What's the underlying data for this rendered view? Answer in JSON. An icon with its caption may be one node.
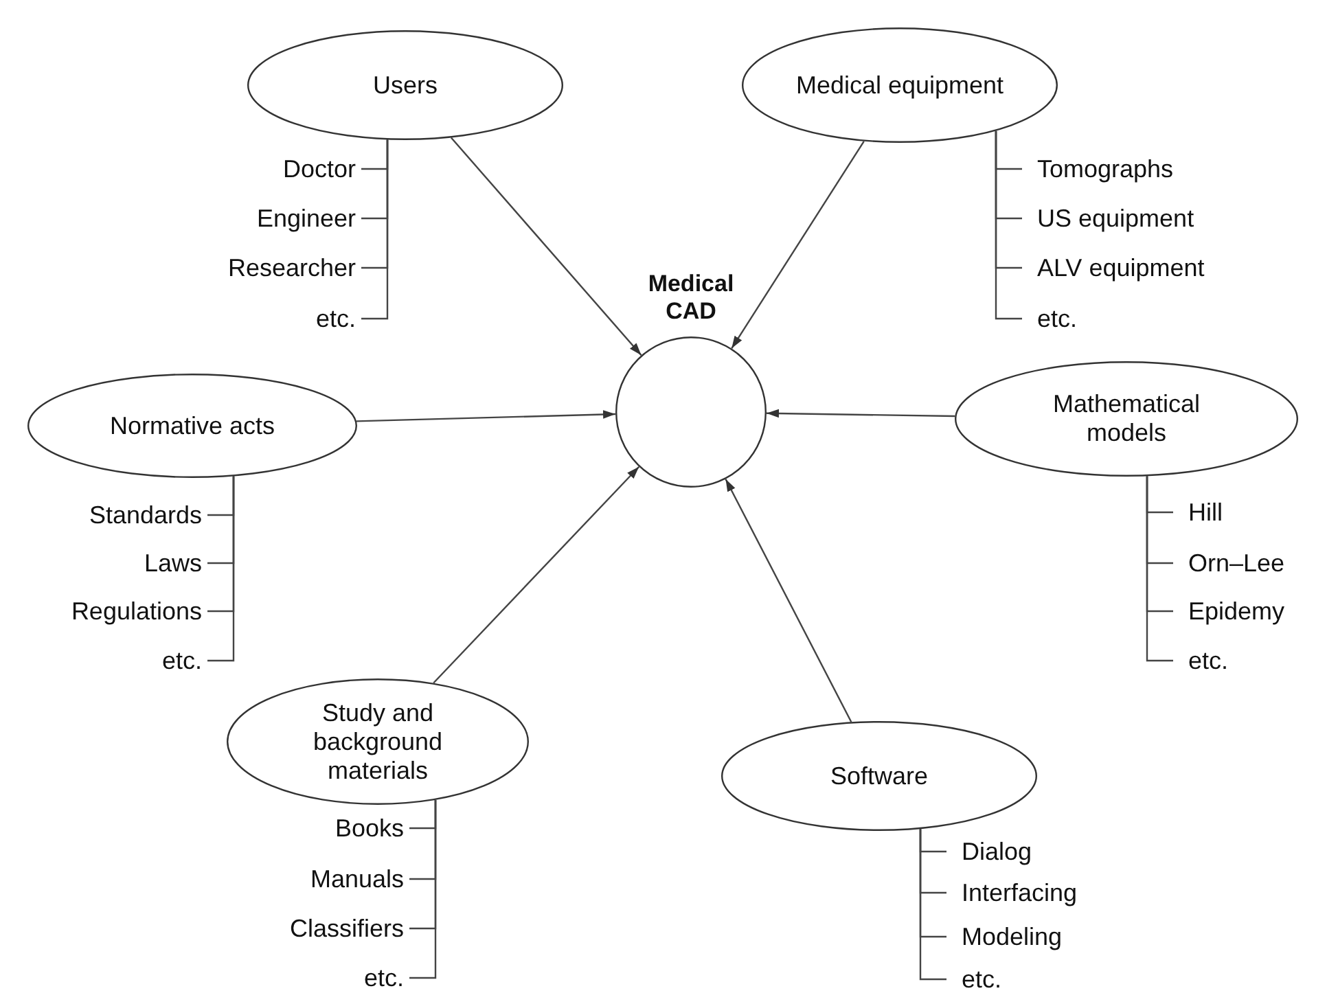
{
  "diagram": {
    "nodes": [
      {
        "text": [
          "Users"
        ]
      },
      {
        "text": [
          "Doctor"
        ]
      },
      {
        "text": [
          "Engineer"
        ]
      },
      {
        "text": [
          "Researcher"
        ]
      },
      {
        "text": [
          "etc."
        ]
      },
      {
        "text": [
          "Medical equipment"
        ]
      },
      {
        "text": [
          "Tomographs"
        ]
      },
      {
        "text": [
          "US equipment"
        ]
      },
      {
        "text": [
          "ALV equipment"
        ]
      },
      {
        "text": [
          "etc."
        ]
      },
      {
        "text": [],
        "shape": "circle",
        "beside": [
          "Medical CAD"
        ]
      },
      {
        "text": [
          "Normative acts"
        ]
      },
      {
        "text": [
          "Standards"
        ]
      },
      {
        "text": [
          "Laws"
        ]
      },
      {
        "text": [
          "Regulations"
        ]
      },
      {
        "text": [
          "etc."
        ]
      },
      {
        "text": [
          "Mathematical models"
        ]
      },
      {
        "text": [
          "Hill"
        ]
      },
      {
        "text": [
          "Orn–Lee"
        ]
      },
      {
        "text": [
          "Epidemy"
        ]
      },
      {
        "text": [
          "etc."
        ]
      },
      {
        "text": [
          "Study and background materials"
        ]
      },
      {
        "text": [
          "Books"
        ]
      },
      {
        "text": [
          "Manuals"
        ]
      },
      {
        "text": [
          "Classifiers"
        ]
      },
      {
        "text": [
          "etc."
        ]
      },
      {
        "text": [
          "Software"
        ]
      },
      {
        "text": [
          "Dialog"
        ]
      },
      {
        "text": [
          "Interfacing"
        ]
      },
      {
        "text": [
          "Modeling"
        ]
      },
      {
        "text": [
          "etc."
        ]
      }
    ],
    "edges": [
      {
        "from": 0,
        "to": 10,
        "arrow": "to"
      },
      {
        "from": 5,
        "to": 10,
        "arrow": "to"
      },
      {
        "from": 11,
        "to": 10,
        "arrow": "to"
      },
      {
        "from": 16,
        "to": 10,
        "arrow": "to"
      },
      {
        "from": 21,
        "to": 10,
        "arrow": "to"
      },
      {
        "from": 26,
        "to": 10,
        "arrow": "to"
      },
      {
        "from": 0,
        "to": 1,
        "arrow": "none"
      },
      {
        "from": 0,
        "to": 2,
        "arrow": "none"
      },
      {
        "from": 0,
        "to": 3,
        "arrow": "none"
      },
      {
        "from": 0,
        "to": 4,
        "arrow": "none"
      },
      {
        "from": 5,
        "to": 6,
        "arrow": "none"
      },
      {
        "from": 5,
        "to": 7,
        "arrow": "none"
      },
      {
        "from": 5,
        "to": 8,
        "arrow": "none"
      },
      {
        "from": 5,
        "to": 9,
        "arrow": "none"
      },
      {
        "from": 11,
        "to": 12,
        "arrow": "none"
      },
      {
        "from": 11,
        "to": 13,
        "arrow": "none"
      },
      {
        "from": 11,
        "to": 14,
        "arrow": "none"
      },
      {
        "from": 11,
        "to": 15,
        "arrow": "none"
      },
      {
        "from": 16,
        "to": 17,
        "arrow": "none"
      },
      {
        "from": 16,
        "to": 18,
        "arrow": "none"
      },
      {
        "from": 16,
        "to": 19,
        "arrow": "none"
      },
      {
        "from": 16,
        "to": 20,
        "arrow": "none"
      },
      {
        "from": 21,
        "to": 22,
        "arrow": "none"
      },
      {
        "from": 21,
        "to": 23,
        "arrow": "none"
      },
      {
        "from": 21,
        "to": 24,
        "arrow": "none"
      },
      {
        "from": 21,
        "to": 25,
        "arrow": "none"
      },
      {
        "from": 26,
        "to": 27,
        "arrow": "none"
      },
      {
        "from": 26,
        "to": 28,
        "arrow": "none"
      },
      {
        "from": 26,
        "to": 29,
        "arrow": "none"
      },
      {
        "from": 26,
        "to": 30,
        "arrow": "none"
      }
    ]
  }
}
